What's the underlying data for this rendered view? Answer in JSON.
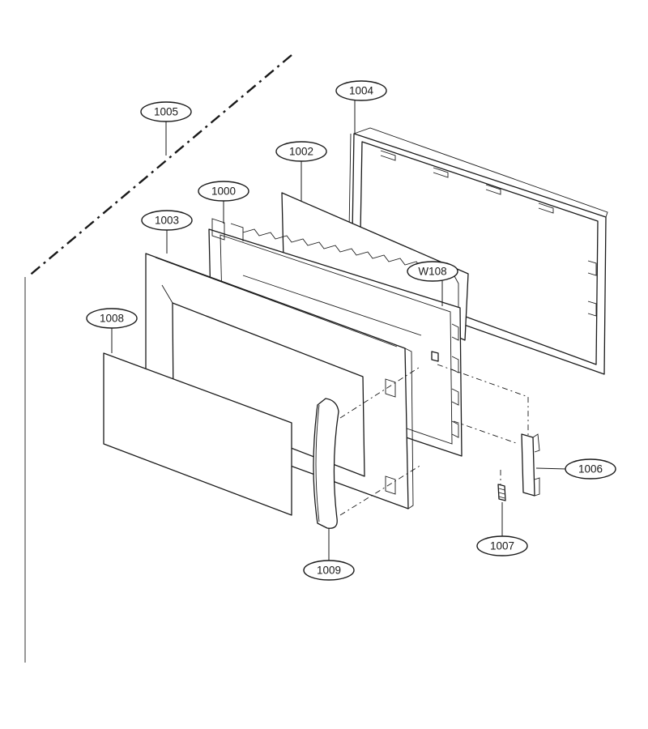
{
  "callouts": {
    "c1000": "1000",
    "c1002": "1002",
    "c1003": "1003",
    "c1004": "1004",
    "c1005": "1005",
    "c1006": "1006",
    "c1007": "1007",
    "c1008": "1008",
    "c1009": "1009",
    "cW108": "W108"
  }
}
